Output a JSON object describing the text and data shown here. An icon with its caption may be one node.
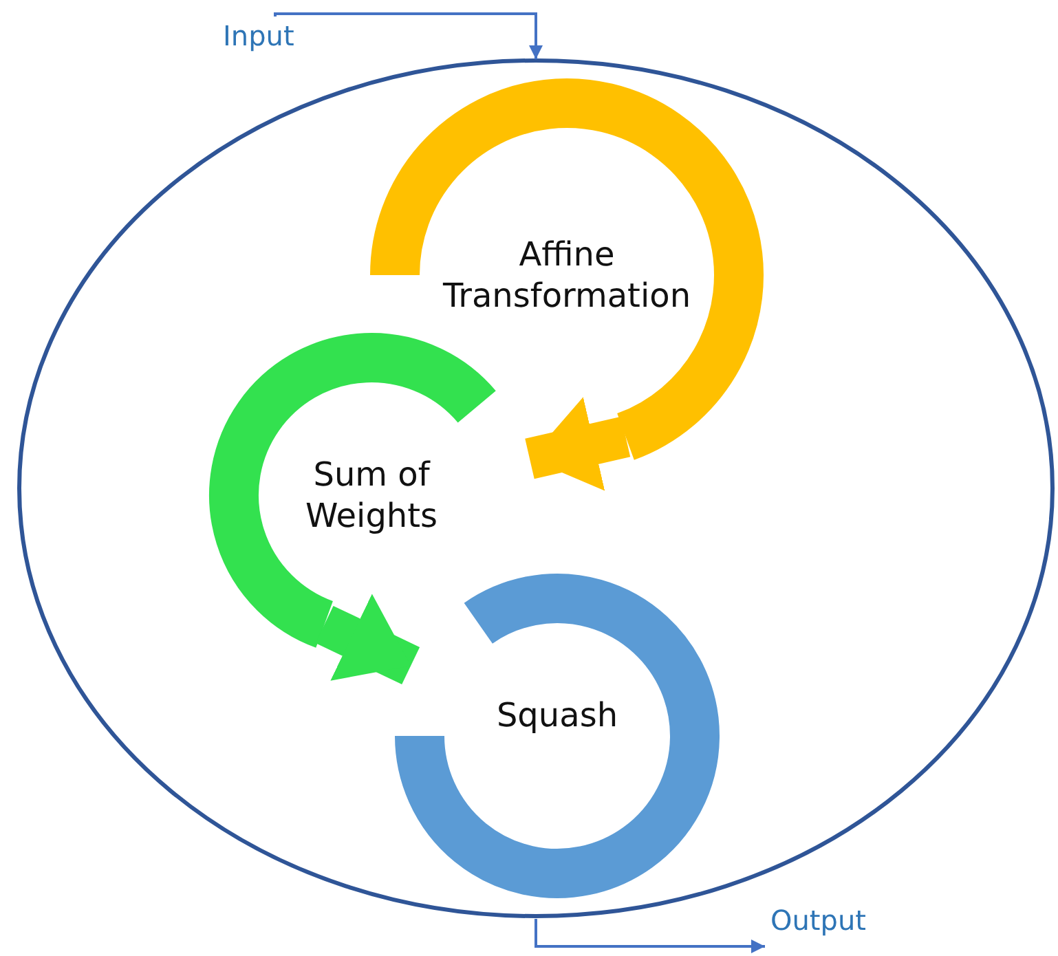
{
  "diagram": {
    "nodes": [
      {
        "text": [
          "Input"
        ]
      },
      {
        "text": [],
        "shape": "circle"
      },
      {
        "text": [
          "Affine Transformation"
        ],
        "in": 1
      },
      {
        "text": [
          "Sum of Weights"
        ],
        "in": 1
      },
      {
        "text": [
          "Squash"
        ],
        "in": 1
      },
      {
        "text": [
          "Output"
        ]
      }
    ],
    "edges": [
      {
        "from": 0,
        "to": 1,
        "arrow": "to",
        "color": "#4472c4"
      },
      {
        "from": 2,
        "to": 3,
        "arrow": "to",
        "style": "thick",
        "color": "#ffc000"
      },
      {
        "from": 3,
        "to": 4,
        "arrow": "to",
        "style": "thick",
        "color": "#33e14f"
      },
      {
        "from": 1,
        "to": 5,
        "arrow": "to",
        "color": "#4472c4"
      }
    ]
  }
}
